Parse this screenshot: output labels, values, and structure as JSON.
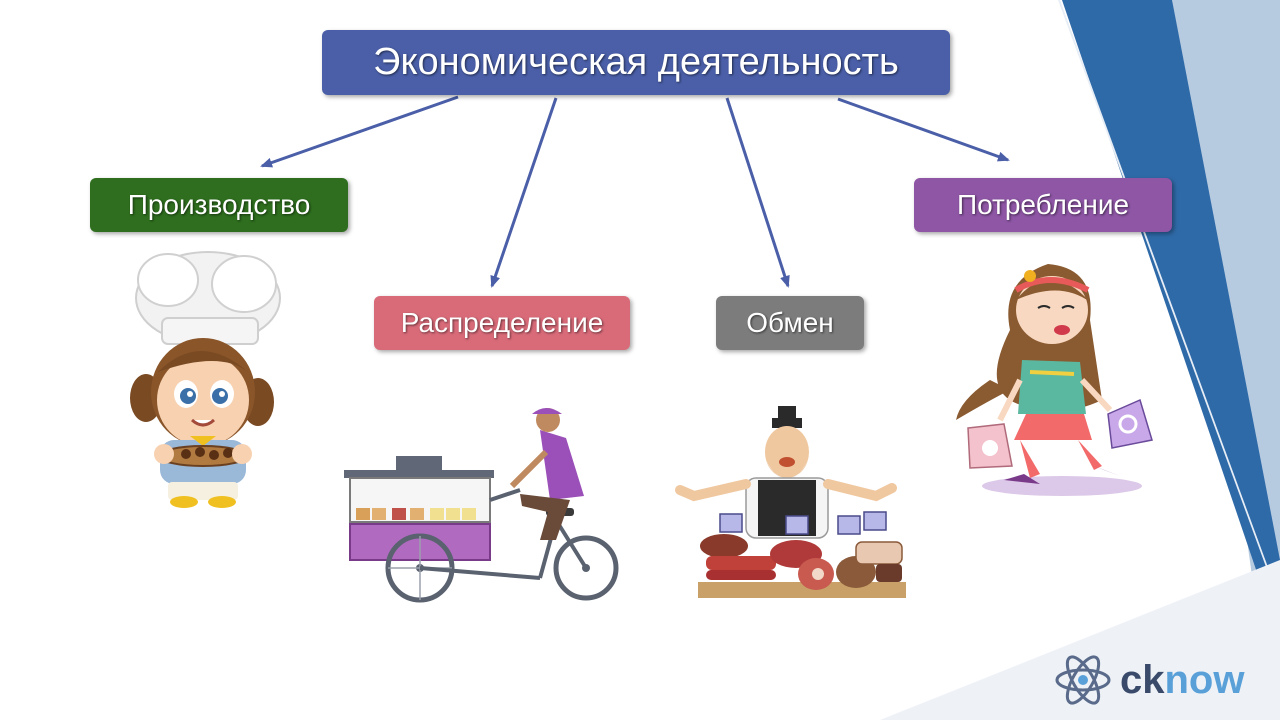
{
  "diagram": {
    "root": {
      "label": "Экономическая деятельность",
      "color": "#4a5fa8"
    },
    "branches": [
      {
        "id": "production",
        "label": "Производство",
        "color": "#2e6e1e",
        "picture": "chef-girl-illustration"
      },
      {
        "id": "distribution",
        "label": "Распределение",
        "color": "#d96b79",
        "picture": "cargo-bike-vendor-illustration"
      },
      {
        "id": "exchange",
        "label": "Обмен",
        "color": "#7c7c7c",
        "picture": "butcher-market-illustration"
      },
      {
        "id": "consumption",
        "label": "Потребление",
        "color": "#8e56a5",
        "picture": "shopping-girl-illustration"
      }
    ],
    "arrow_color": "#4a5fa8"
  },
  "logo": {
    "part1": "ck",
    "part2": "now",
    "icon": "atom-icon"
  },
  "decor": {
    "stripe_dark": "#2f6aa8",
    "stripe_light": "#b7cbe0"
  }
}
